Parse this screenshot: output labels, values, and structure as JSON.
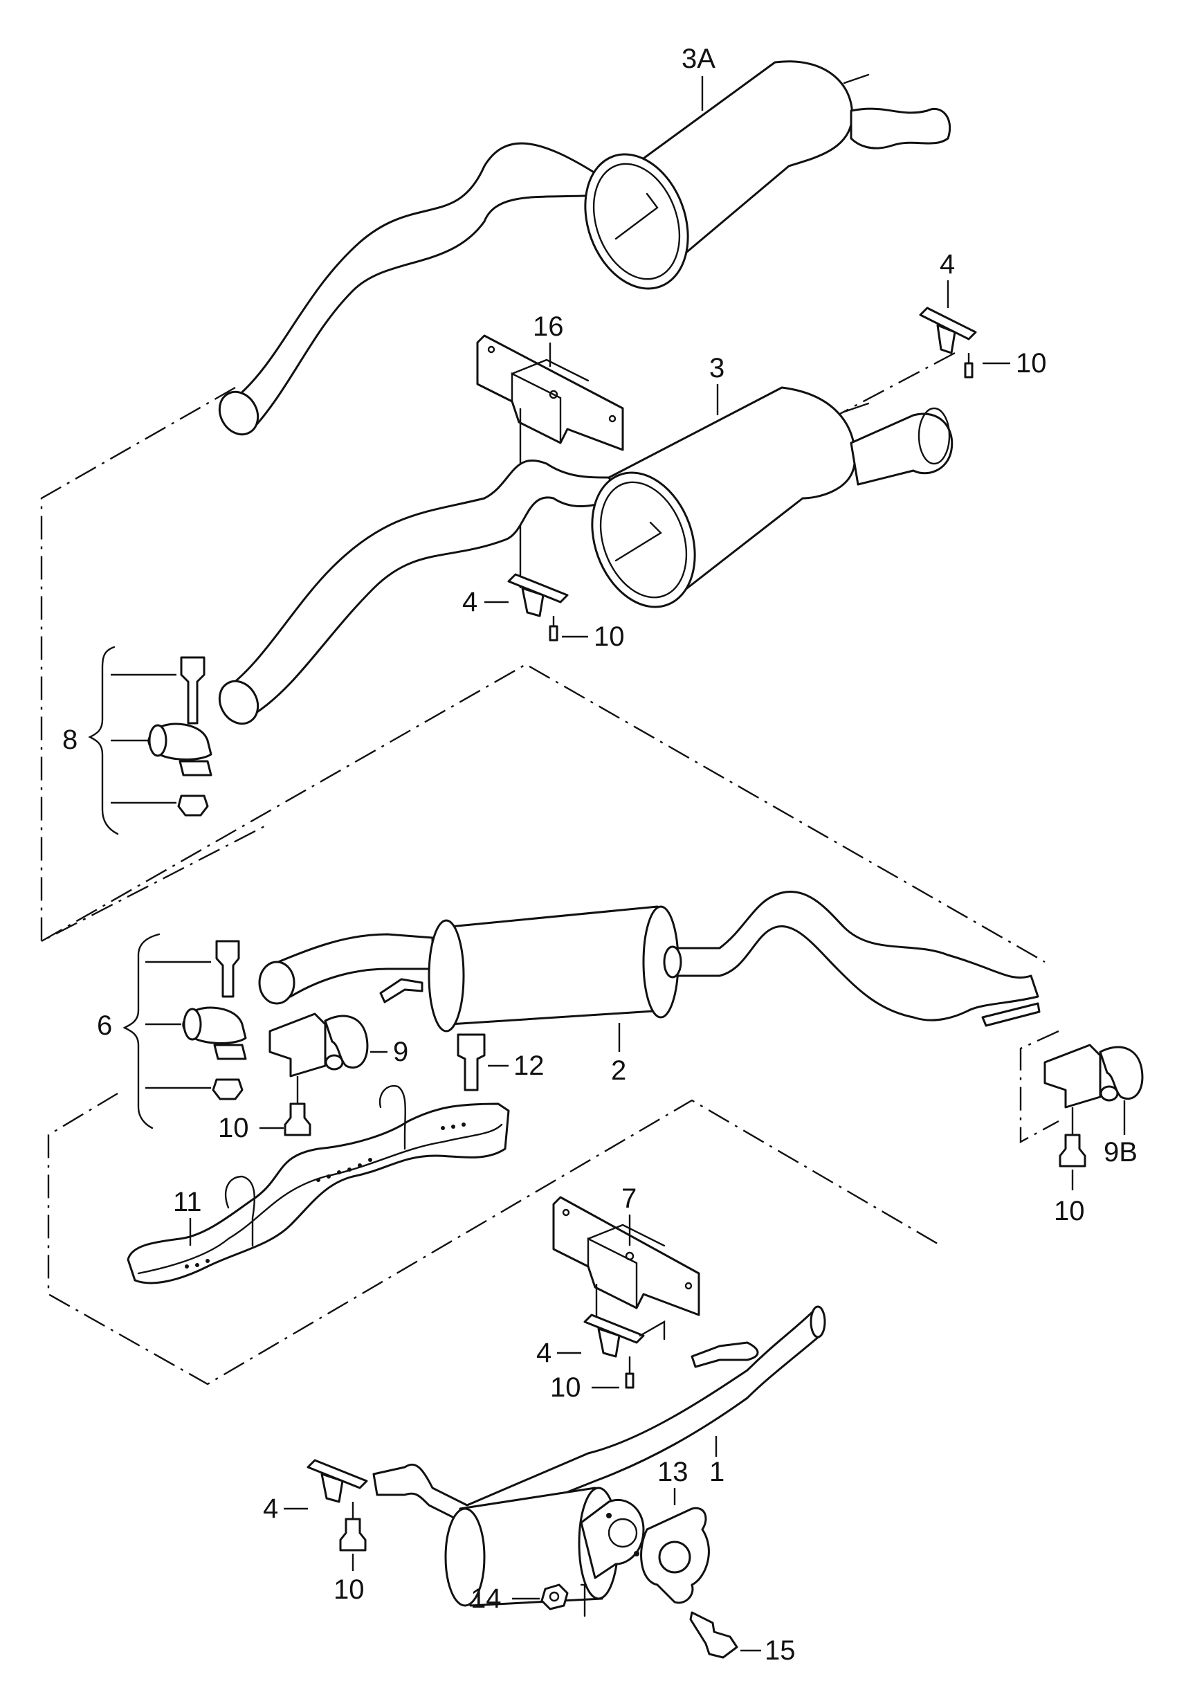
{
  "diagram": {
    "colors": {
      "line": "#111111",
      "background": "#ffffff"
    },
    "labels": {
      "p3A": "3A",
      "p4_top": "4",
      "p16": "16",
      "p3": "3",
      "p10_top": "10",
      "p4_mid": "4",
      "p10_mid": "10",
      "p8": "8",
      "p6": "6",
      "p9": "9",
      "p12": "12",
      "p2": "2",
      "p10_left": "10",
      "p11": "11",
      "p9B": "9B",
      "p10_right": "10",
      "p7": "7",
      "p4_lower": "4",
      "p10_lower": "10",
      "p1": "1",
      "p4_bottom": "4",
      "p13": "13",
      "p10_bottom": "10",
      "p14": "14",
      "p15": "15"
    }
  }
}
